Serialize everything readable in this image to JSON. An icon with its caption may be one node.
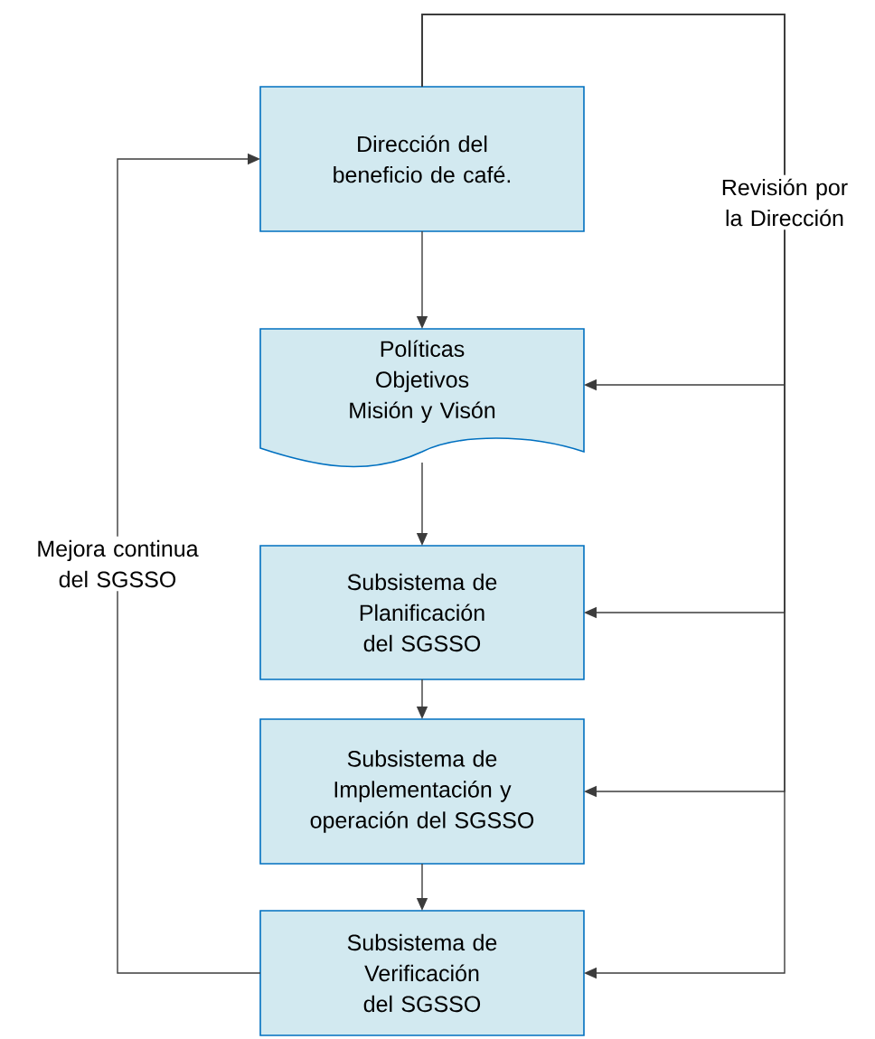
{
  "diagram": {
    "nodes": [
      {
        "text": [
          "Dirección del beneficio de café."
        ]
      },
      {
        "text": [
          "Políticas Objetivos Misión y Visón"
        ]
      },
      {
        "text": [
          "Subsistema de Planificación del SGSSO"
        ]
      },
      {
        "text": [
          "Subsistema de Implementación y operación del SGSSO"
        ]
      },
      {
        "text": [
          "Subsistema de Verificación del SGSSO"
        ]
      }
    ],
    "edges": [
      {
        "from": 0,
        "to": 1,
        "arrow": "to"
      },
      {
        "from": 1,
        "to": 2,
        "arrow": "to"
      },
      {
        "from": 2,
        "to": 3,
        "arrow": "to"
      },
      {
        "from": 3,
        "to": 4,
        "arrow": "to"
      },
      {
        "from": 4,
        "to": 0,
        "arrow": "to",
        "label": "Mejora continua del SGSSO"
      },
      {
        "from": 0,
        "to": 1,
        "arrow": "to",
        "label": "Revisión por la Dirección"
      },
      {
        "from": 0,
        "to": 2,
        "arrow": "to"
      },
      {
        "from": 0,
        "to": 3,
        "arrow": "to"
      },
      {
        "from": 0,
        "to": 4,
        "arrow": "to"
      }
    ]
  }
}
